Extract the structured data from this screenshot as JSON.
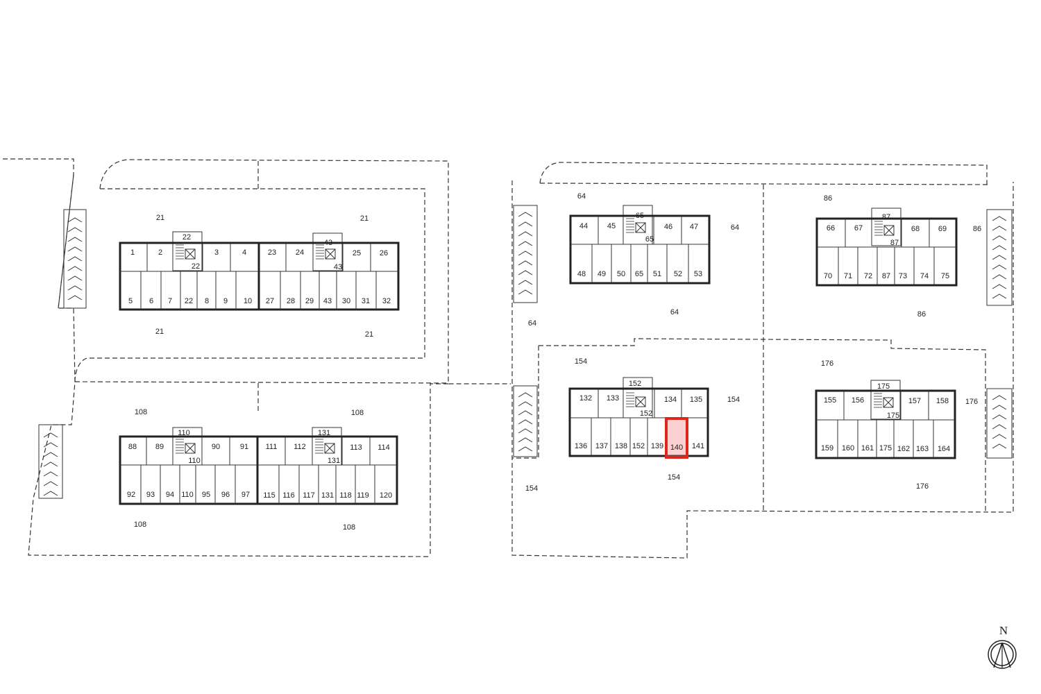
{
  "colors": {
    "line": "#222222",
    "highlight": "#e0261b",
    "highlight_fill": "rgba(240,120,120,0.35)"
  },
  "compass": {
    "label": "N",
    "icon": "north-arrow-icon"
  },
  "highlighted_unit": "140",
  "blocks": [
    {
      "id": "block-21",
      "top_labels": [
        "21",
        "21"
      ],
      "bottom_labels": [
        "21",
        "21"
      ],
      "buildings": [
        {
          "id": "b-1",
          "north_row": [
            "1",
            "2",
            "3",
            "4"
          ],
          "south_row": [
            "5",
            "6",
            "7",
            "22",
            "8",
            "9",
            "10"
          ],
          "core_labels": [
            "22",
            "22"
          ]
        },
        {
          "id": "b-23",
          "north_row": [
            "23",
            "24",
            "25",
            "26"
          ],
          "south_row": [
            "27",
            "28",
            "29",
            "43",
            "30",
            "31",
            "32"
          ],
          "core_labels": [
            "43",
            "43"
          ]
        }
      ]
    },
    {
      "id": "block-108",
      "top_labels": [
        "108",
        "108"
      ],
      "bottom_labels": [
        "108",
        "108"
      ],
      "buildings": [
        {
          "id": "b-88",
          "north_row": [
            "88",
            "89",
            "90",
            "91"
          ],
          "south_row": [
            "92",
            "93",
            "94",
            "110",
            "95",
            "96",
            "97"
          ],
          "core_labels": [
            "110",
            "110"
          ]
        },
        {
          "id": "b-111",
          "north_row": [
            "111",
            "112",
            "113",
            "114"
          ],
          "south_row": [
            "115",
            "116",
            "117",
            "131",
            "118",
            "119",
            "120"
          ],
          "core_labels": [
            "131",
            "131"
          ]
        }
      ]
    },
    {
      "id": "block-64",
      "labels": [
        "64",
        "64",
        "64",
        "64"
      ],
      "buildings": [
        {
          "id": "b-44",
          "north_row": [
            "44",
            "45",
            "46",
            "47"
          ],
          "south_row": [
            "48",
            "49",
            "50",
            "65",
            "51",
            "52",
            "53"
          ],
          "core_labels": [
            "65",
            "65"
          ]
        }
      ]
    },
    {
      "id": "block-86",
      "labels": [
        "86",
        "86",
        "86"
      ],
      "buildings": [
        {
          "id": "b-66",
          "north_row": [
            "66",
            "67",
            "68",
            "69"
          ],
          "south_row": [
            "70",
            "71",
            "72",
            "87",
            "73",
            "74",
            "75"
          ],
          "core_labels": [
            "87",
            "87"
          ]
        }
      ]
    },
    {
      "id": "block-154",
      "labels": [
        "154",
        "154",
        "154",
        "154"
      ],
      "buildings": [
        {
          "id": "b-132",
          "north_row": [
            "132",
            "133",
            "134",
            "135"
          ],
          "south_row": [
            "136",
            "137",
            "138",
            "152",
            "139",
            "140",
            "141"
          ],
          "core_labels": [
            "152",
            "152"
          ]
        }
      ]
    },
    {
      "id": "block-176",
      "labels": [
        "176",
        "176",
        "176"
      ],
      "buildings": [
        {
          "id": "b-155",
          "north_row": [
            "155",
            "156",
            "157",
            "158"
          ],
          "south_row": [
            "159",
            "160",
            "161",
            "175",
            "162",
            "163",
            "164"
          ],
          "core_labels": [
            "175",
            "175"
          ]
        }
      ]
    }
  ]
}
